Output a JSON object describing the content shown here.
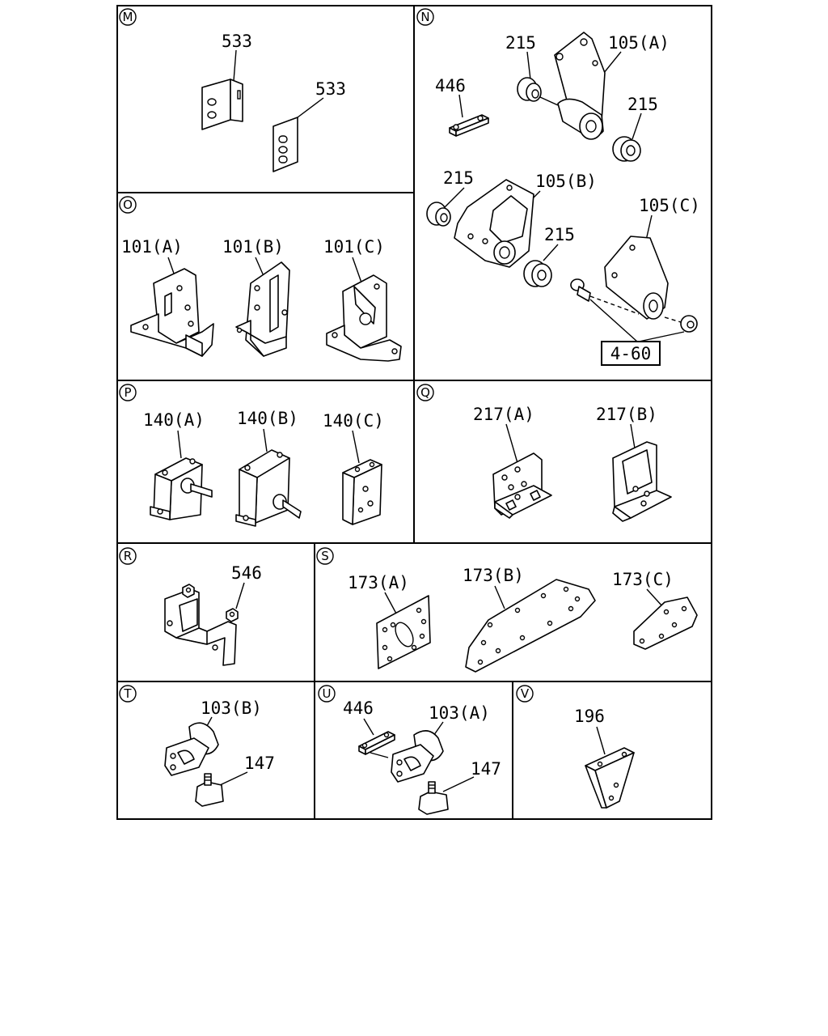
{
  "panels": {
    "M": {
      "badge": "M",
      "labels": [
        "533",
        "533"
      ]
    },
    "N": {
      "badge": "N",
      "labels": [
        "446",
        "215",
        "105(A)",
        "215",
        "215",
        "105(B)",
        "215",
        "105(C)"
      ],
      "ref": "4-60"
    },
    "O": {
      "badge": "O",
      "labels": [
        "101(A)",
        "101(B)",
        "101(C)"
      ]
    },
    "P": {
      "badge": "P",
      "labels": [
        "140(A)",
        "140(B)",
        "140(C)"
      ]
    },
    "Q": {
      "badge": "Q",
      "labels": [
        "217(A)",
        "217(B)"
      ]
    },
    "R": {
      "badge": "R",
      "labels": [
        "546"
      ]
    },
    "S": {
      "badge": "S",
      "labels": [
        "173(A)",
        "173(B)",
        "173(C)"
      ]
    },
    "T": {
      "badge": "T",
      "labels": [
        "103(B)",
        "147"
      ]
    },
    "U": {
      "badge": "U",
      "labels": [
        "446",
        "103(A)",
        "147"
      ]
    },
    "V": {
      "badge": "V",
      "labels": [
        "196"
      ]
    }
  }
}
